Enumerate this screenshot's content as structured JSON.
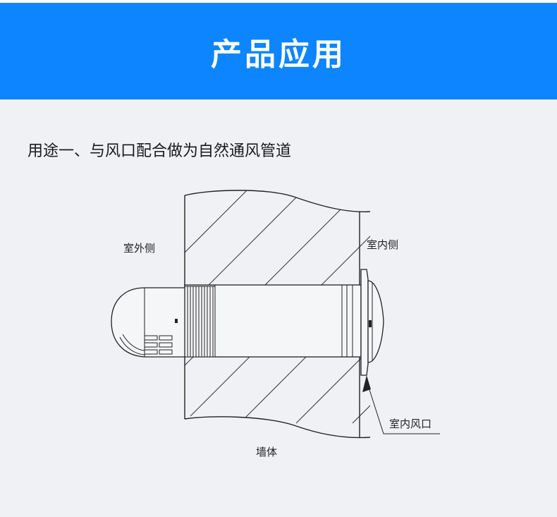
{
  "header": {
    "title": "产品应用"
  },
  "section": {
    "title": "用途一、与风口配合做为自然通风管道"
  },
  "diagram": {
    "labels": {
      "outdoor_side": "室外侧",
      "indoor_side": "室内侧",
      "indoor_vent": "室内风口",
      "wall": "墙体"
    }
  },
  "colors": {
    "header_bg": "#0d85ff",
    "page_bg": "#f0f1f5",
    "line": "#222222"
  }
}
